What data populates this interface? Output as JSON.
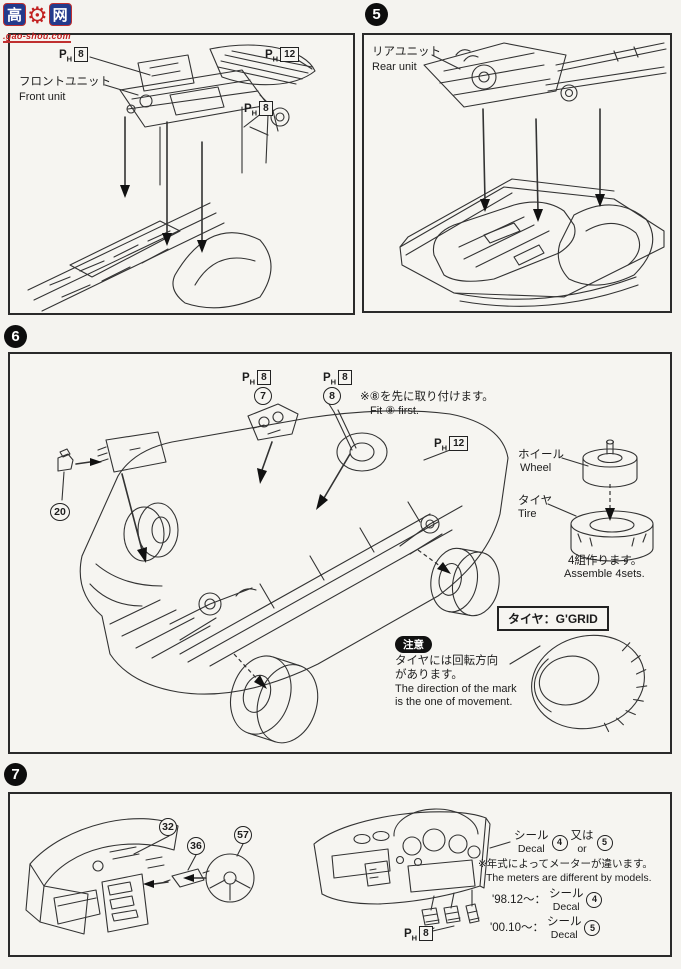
{
  "watermark": {
    "char_left": "高",
    "char_right": "网",
    "url": ".gao-shou.com"
  },
  "ph": {
    "p": "P",
    "h": "H"
  },
  "front_panel": {
    "screw_top_left": "8",
    "screw_top_right": "12",
    "screw_mid_right": "8",
    "unit_jp": "フロントユニット",
    "unit_en": "Front unit"
  },
  "rear_panel": {
    "step": "5",
    "unit_jp": "リアユニット",
    "unit_en": "Rear unit"
  },
  "chassis_panel": {
    "step": "6",
    "screw_a": "8",
    "part_a": "7",
    "screw_b": "8",
    "part_b": "8",
    "fit_note_jp": "※⑧を先に取り付けます。",
    "fit_note_en": "Fit ⑧ first.",
    "screw_body": "12",
    "part_small": "20",
    "wheel_jp": "ホイール",
    "wheel_en": "Wheel",
    "tire_jp": "タイヤ",
    "tire_en": "Tire",
    "assemble_jp": "4組作ります。",
    "assemble_en": "Assemble 4sets.",
    "tire_brand": "タイヤ：G'GRID",
    "caution_badge": "注意",
    "caution_jp_1": "タイヤには回転方向",
    "caution_jp_2": "があります。",
    "caution_en_1": "The direction of the mark",
    "caution_en_2": "is the one of movement."
  },
  "dash_panel": {
    "step": "7",
    "part_dash": "32",
    "part_column": "36",
    "part_steering": "57",
    "screw_pedals": "8",
    "decal_jp": "シール",
    "decal_en": "Decal",
    "decal_num_a": "4",
    "or_jp": "又は",
    "or_en": "or",
    "decal_num_b": "5",
    "year_note_jp": "※年式によってメーターが違います。",
    "year_note_en": "The meters are different by models.",
    "year_a_label": "'98.12～：",
    "year_a_decal_jp": "シール",
    "year_a_decal_en": "Decal",
    "year_a_num": "4",
    "year_b_label": "'00.10～：",
    "year_b_decal_jp": "シール",
    "year_b_decal_en": "Decal",
    "year_b_num": "5"
  }
}
